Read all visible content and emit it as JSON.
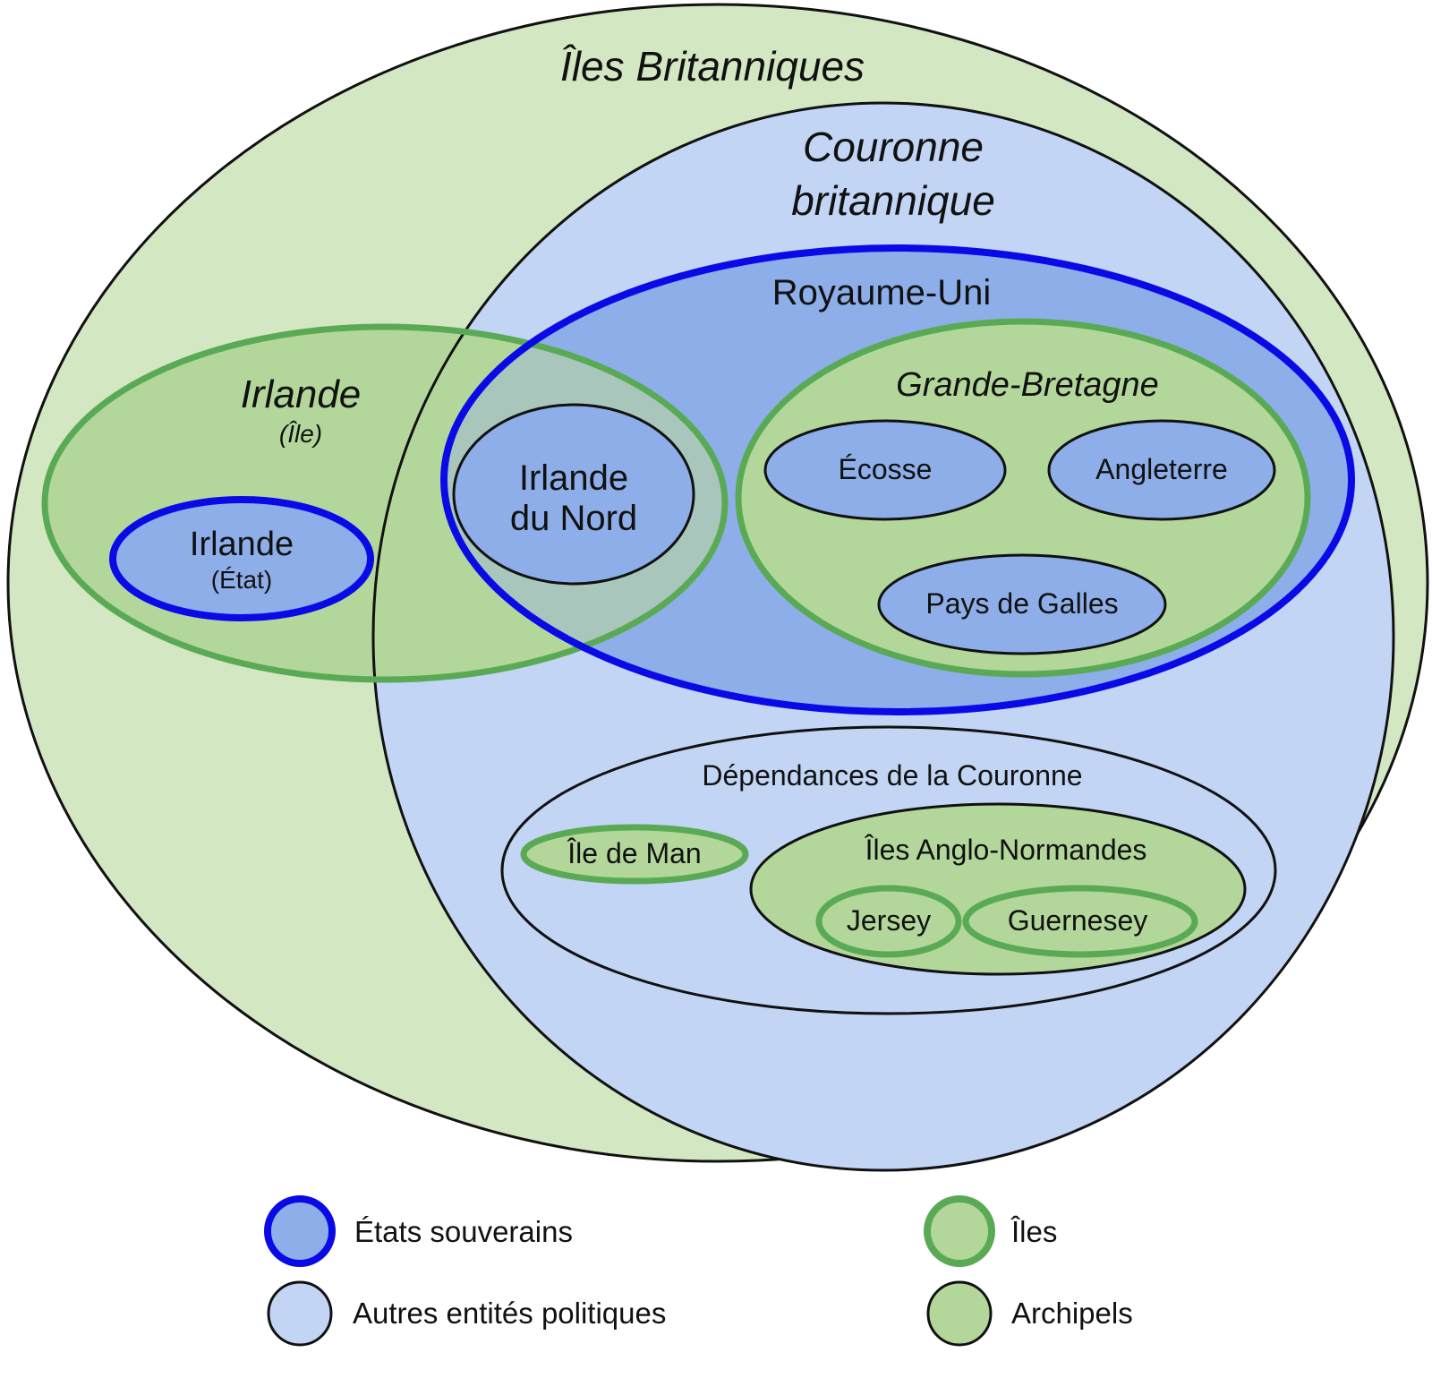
{
  "diagram": {
    "british_isles": "Îles Britanniques",
    "crown_line1": "Couronne",
    "crown_line2": "britannique",
    "uk": "Royaume-Uni",
    "ireland_island": "Irlande",
    "ireland_island_sub": "(Île)",
    "ireland_state": "Irlande",
    "ireland_state_sub": "(État)",
    "northern_ireland_line1": "Irlande",
    "northern_ireland_line2": "du Nord",
    "great_britain": "Grande-Bretagne",
    "scotland": "Écosse",
    "england": "Angleterre",
    "wales": "Pays de Galles",
    "crown_dependencies": "Dépendances de la Couronne",
    "isle_of_man": "Île de Man",
    "channel_islands": "Îles Anglo-Normandes",
    "jersey": "Jersey",
    "guernsey": "Guernesey"
  },
  "legend": {
    "sovereign": "États souverains",
    "other_entities": "Autres entités politiques",
    "islands": "Îles",
    "archipelagos": "Archipels"
  },
  "colors": {
    "archipelago_fill": "#d3e7c3",
    "crown_fill": "#c3d5f5",
    "state_fill": "#8eaee9",
    "island_fill": "#b3d79b",
    "sovereign_border": "#0a0ae6",
    "island_border": "#5aaa55",
    "line": "#111111"
  }
}
